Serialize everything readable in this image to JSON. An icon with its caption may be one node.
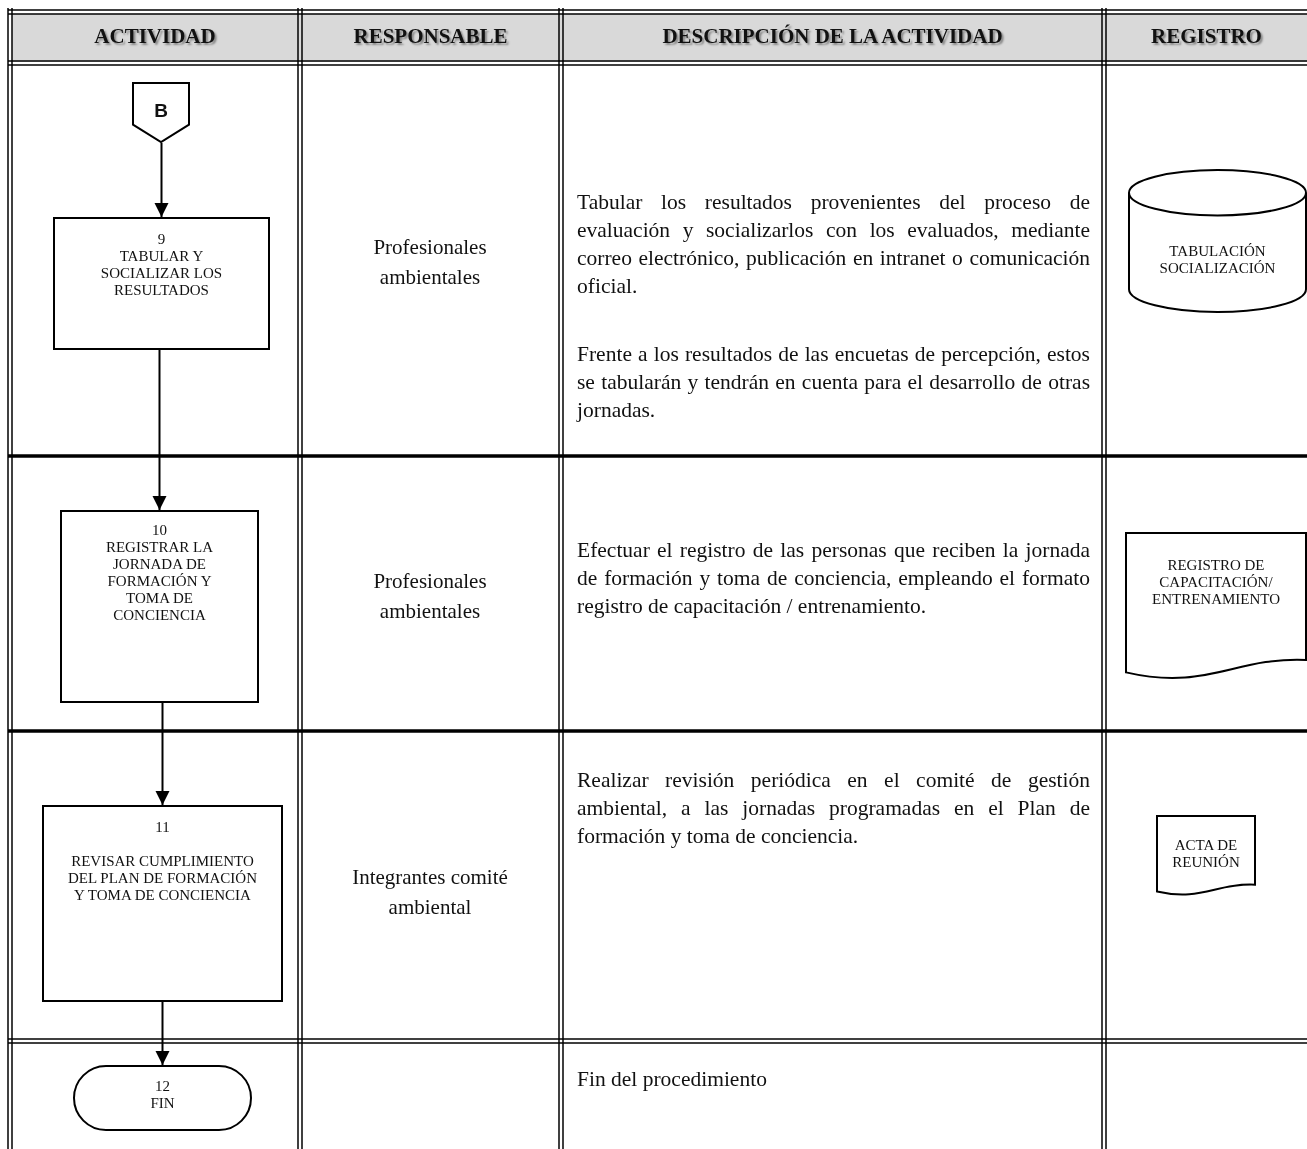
{
  "diagram": {
    "nodes": [
      {
        "text": [
          "B"
        ]
      },
      {
        "text": [
          "9",
          "TABULAR Y SOCIALIZAR LOS RESULTADOS"
        ]
      },
      {
        "text": [
          "10",
          "REGISTRAR LA JORNADA DE FORMACIÓN Y TOMA DE CONCIENCIA"
        ]
      },
      {
        "text": [
          "11",
          "REVISAR CUMPLIMIENTO DEL PLAN DE FORMACIÓN Y TOMA DE CONCIENCIA"
        ]
      },
      {
        "text": [
          "12",
          "FIN"
        ]
      },
      {
        "text": [
          "TABULACIÓN SOCIALIZACIÓN"
        ]
      },
      {
        "text": [
          "REGISTRO DE CAPACITACIÓN/ ENTRENAMIENTO"
        ]
      },
      {
        "text": [
          "ACTA DE REUNIÓN"
        ]
      }
    ],
    "edges": [
      {
        "from": 0,
        "to": 1,
        "arrow": "to"
      },
      {
        "from": 1,
        "to": 2,
        "arrow": "to"
      },
      {
        "from": 2,
        "to": 3,
        "arrow": "to"
      },
      {
        "from": 3,
        "to": 4,
        "arrow": "to"
      }
    ],
    "labels": [
      "ACTIVIDAD",
      "RESPONSABLE",
      "DESCRIPCIÓN DE LA ACTIVIDAD",
      "REGISTRO",
      "Profesionales ambientales",
      "Tabular los resultados provenientes del proceso de evaluación y socializarlos con los evaluados, mediante correo electrónico, publicación en intranet o comunicación oficial.",
      "Frente a los resultados de las encuetas de percepción, estos se tabularán y tendrán en cuenta para el desarrollo de otras jornadas.",
      "Profesionales ambientales",
      "Efectuar el registro de las personas que reciben la jornada de formación y toma de conciencia, empleando el formato registro de capacitación / entrenamiento.",
      "Integrantes comité ambiental",
      "Realizar revisión periódica en el comité de gestión ambiental, a las jornadas programadas en el Plan de formación y toma de conciencia.",
      "Fin del procedimiento"
    ]
  }
}
